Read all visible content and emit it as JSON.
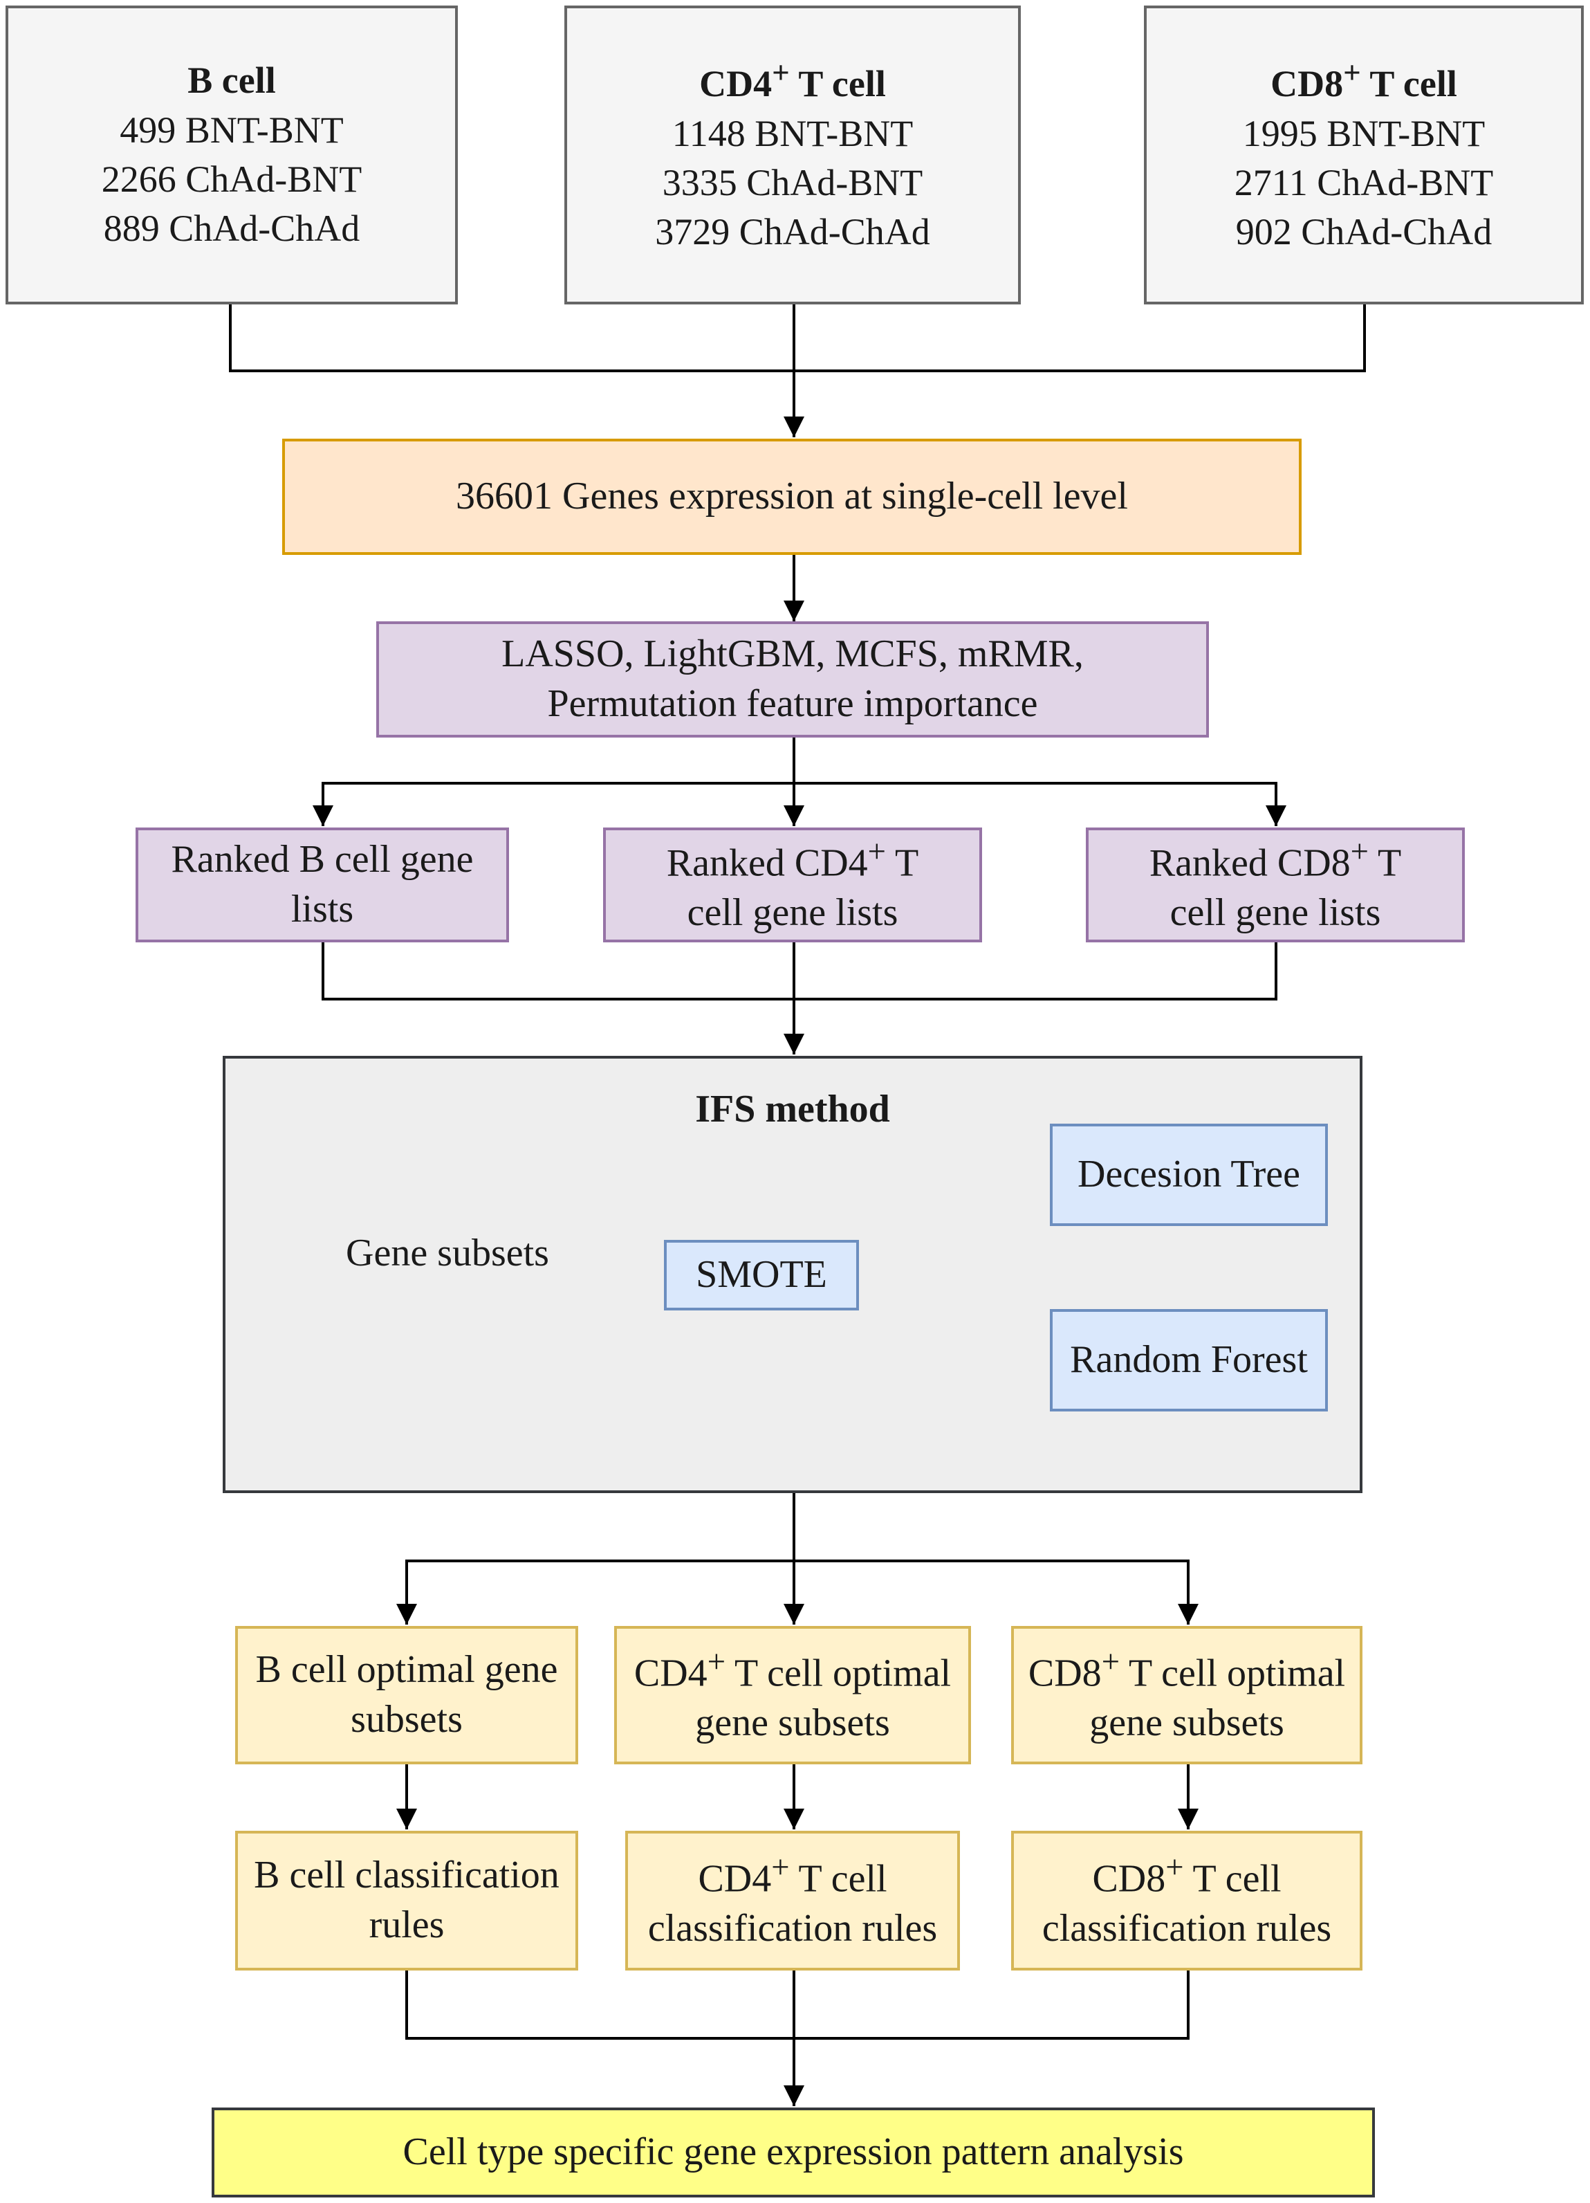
{
  "colors": {
    "input_fill": "#f5f5f5",
    "input_border": "#666666",
    "genes_fill": "#ffe6cc",
    "genes_border": "#d79b00",
    "method_fill": "#e1d5e7",
    "method_border": "#9673a6",
    "ifs_fill": "#eeeeee",
    "model_fill": "#dae8fc",
    "model_border": "#6c8ebf",
    "result_fill": "#fff2cc",
    "result_border": "#d6b656",
    "final_fill": "#ffff88"
  },
  "cells": {
    "b": {
      "title": "B cell",
      "lines": [
        "499 BNT-BNT",
        "2266 ChAd-BNT",
        "889 ChAd-ChAd"
      ]
    },
    "cd4": {
      "title_pre": "CD4",
      "title_sup": "+",
      "title_post": " T cell",
      "lines": [
        "1148 BNT-BNT",
        "3335 ChAd-BNT",
        "3729 ChAd-ChAd"
      ]
    },
    "cd8": {
      "title_pre": "CD8",
      "title_sup": "+",
      "title_post": " T cell",
      "lines": [
        "1995 BNT-BNT",
        "2711 ChAd-BNT",
        "902 ChAd-ChAd"
      ]
    }
  },
  "genes": "36601 Genes expression at single-cell level",
  "methods": [
    "LASSO, LightGBM, MCFS, mRMR,",
    "Permutation feature importance"
  ],
  "ranked": {
    "b": [
      "Ranked B cell gene",
      "lists"
    ],
    "cd4": {
      "pre": "Ranked CD4",
      "sup": "+",
      "post": " T",
      "line2": "cell gene lists"
    },
    "cd8": {
      "pre": "Ranked CD8",
      "sup": "+",
      "post": " T",
      "line2": "cell gene lists"
    }
  },
  "ifs": {
    "title": "IFS method",
    "gene_subsets": "Gene subsets",
    "smote": "SMOTE",
    "decision_tree": "Decesion Tree",
    "random_forest": "Random Forest"
  },
  "optimal": {
    "b": [
      "B cell optimal gene",
      "subsets"
    ],
    "cd4": {
      "pre": "CD4",
      "sup": "+",
      "post": " T cell optimal",
      "line2": "gene subsets"
    },
    "cd8": {
      "pre": "CD8",
      "sup": "+",
      "post": " T cell optimal",
      "line2": "gene subsets"
    }
  },
  "rules": {
    "b": [
      "B cell classification",
      "rules"
    ],
    "cd4": {
      "pre": "CD4",
      "sup": "+",
      "post": " T cell",
      "line2": "classification rules"
    },
    "cd8": {
      "pre": "CD8",
      "sup": "+",
      "post": " T cell",
      "line2": "classification rules"
    }
  },
  "final": "Cell type specific gene expression pattern analysis"
}
